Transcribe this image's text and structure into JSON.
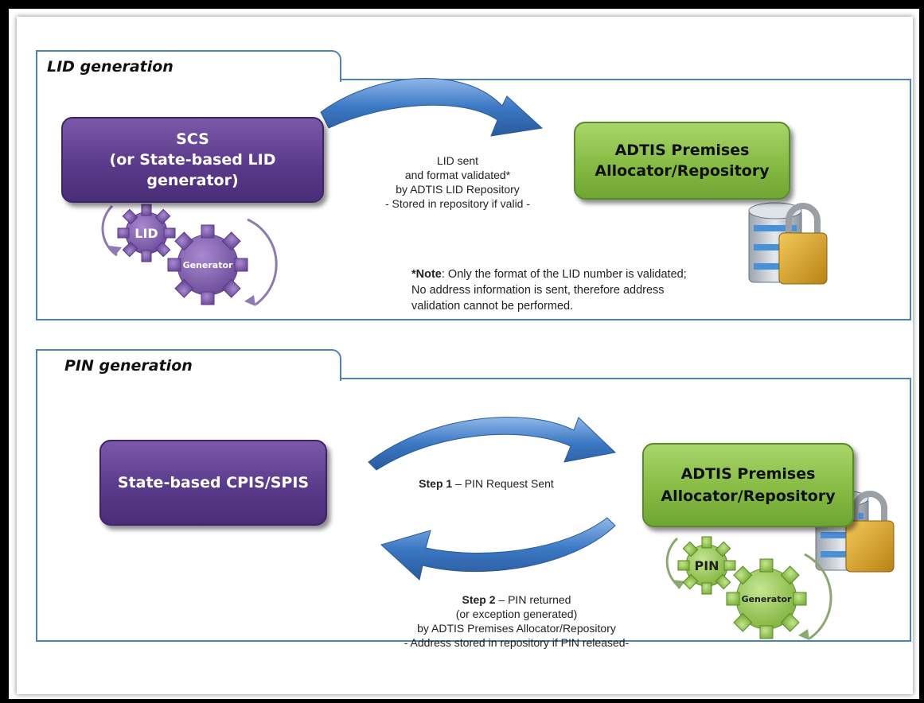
{
  "lid_section": {
    "tab_title": "LID generation",
    "source_box": {
      "line1": "SCS",
      "line2": "(or State-based LID generator)"
    },
    "target_box": {
      "line1": "ADTIS Premises",
      "line2": "Allocator/Repository"
    },
    "arrow_caption": [
      "LID sent",
      "and format validated*",
      "by ADTIS LID Repository",
      "- Stored in repository if valid -"
    ],
    "gear_labels": {
      "small": "LID",
      "large": "Generator"
    },
    "note": {
      "bold": "*Note",
      "line1": ": Only the format of the LID number is validated;",
      "line2": "No address information is sent, therefore address",
      "line3": "validation cannot be performed."
    }
  },
  "pin_section": {
    "tab_title": "PIN generation",
    "source_box": {
      "line1": "State-based CPIS/SPIS"
    },
    "target_box": {
      "line1": "ADTIS Premises",
      "line2": "Allocator/Repository"
    },
    "step1": {
      "bold": "Step 1",
      "text": " – PIN Request Sent"
    },
    "step2": {
      "bold": "Step 2",
      "line1": " – PIN returned",
      "line2": "(or exception generated)",
      "line3": "by ADTIS Premises Allocator/Repository",
      "line4": "- Address stored in repository if PIN released-"
    },
    "gear_labels": {
      "small": "PIN",
      "large": "Generator"
    }
  },
  "colors": {
    "panel_border": "#4f81bd",
    "purple_box": "#5a3a8a",
    "green_box": "#86bb44",
    "arrow_blue": "#3b78c4"
  },
  "icons": [
    "database-lock-icon",
    "gear-icon",
    "curved-arrow-icon"
  ]
}
